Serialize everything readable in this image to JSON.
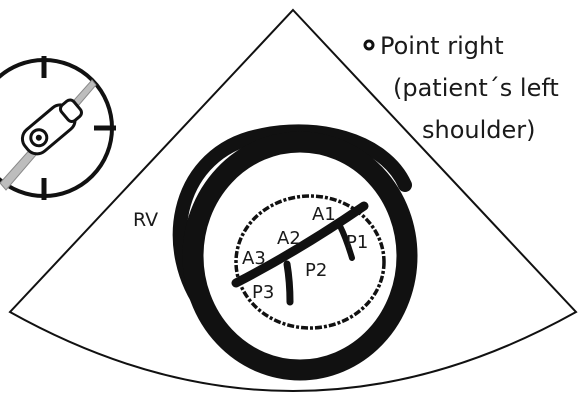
{
  "diagram": {
    "instruction": {
      "line1": "Point right",
      "line2": "(patient´s left",
      "line3": "shoulder)",
      "marker": "orientation-dot"
    },
    "labels": {
      "rv": "RV",
      "a1": "A1",
      "a2": "A2",
      "a3": "A3",
      "p1": "P1",
      "p2": "P2",
      "p3": "P3"
    },
    "probe_icon": "transducer-probe-icon",
    "colors": {
      "ink": "#111111",
      "background": "#ffffff",
      "probe_beam": "#bdbdbd"
    }
  }
}
